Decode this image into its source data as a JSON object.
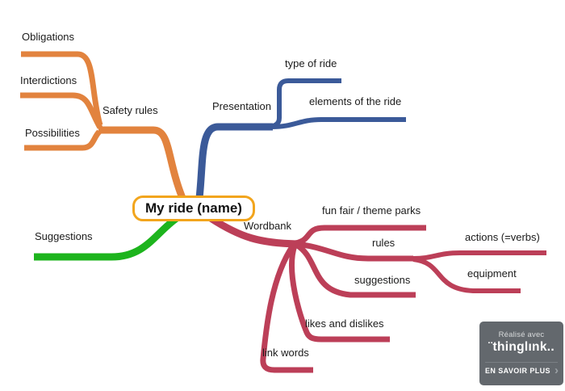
{
  "colors": {
    "safety": "#e2833e",
    "presentation": "#3b5a99",
    "suggestions": "#1db41d",
    "wordbank": "#bc3f58",
    "center_border": "#f2a51d",
    "badge_bg": "#63686d"
  },
  "map": {
    "center": "My ride (name)",
    "labels": {
      "obligations": "Obligations",
      "interdictions": "Interdictions",
      "safety_rules": "Safety rules",
      "possibilities": "Possibilities",
      "presentation": "Presentation",
      "type_of_ride": "type of ride",
      "elements_of_ride": "elements of the ride",
      "suggestions_left": "Suggestions",
      "wordbank": "Wordbank",
      "fun_fair": "fun fair / theme parks",
      "rules": "rules",
      "actions": "actions (=verbs)",
      "equipment": "equipment",
      "suggestions_right": "suggestions",
      "likes_dislikes": "likes and dislikes",
      "link_words": "link words"
    }
  },
  "badge": {
    "made_with": "Réalisé avec",
    "brand": "¨thinglınk..",
    "cta": "EN SAVOIR PLUS",
    "chevron": "›"
  }
}
